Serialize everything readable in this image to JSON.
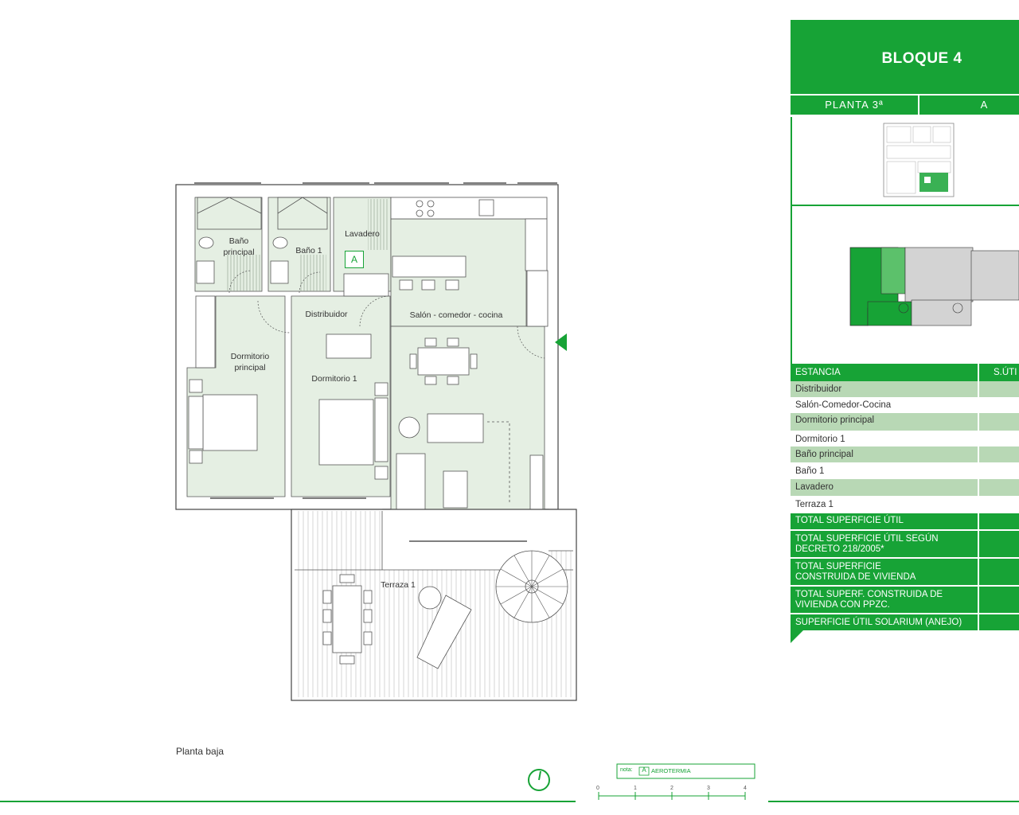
{
  "plan": {
    "rooms": {
      "bano_principal": "Baño\nprincipal",
      "bano_1": "Baño 1",
      "lavadero": "Lavadero",
      "distribuidor": "Distribuidor",
      "salon": "Salón - comedor - cocina",
      "dormitorio_principal": "Dormitorio\nprincipal",
      "dormitorio_1": "Dormitorio 1",
      "terraza_1": "Terraza 1"
    },
    "aerothermia_marker": "A",
    "footer_title": "Planta baja",
    "legend": {
      "note_label": "nota:",
      "marker": "A",
      "text": "AEROTERMIA"
    },
    "scale_ticks": [
      "0",
      "1",
      "2",
      "3",
      "4"
    ]
  },
  "panel": {
    "block_title": "BLOQUE 4",
    "floor": "PLANTA 3ª",
    "unit": "A",
    "table": {
      "header": {
        "estancia": "ESTANCIA",
        "util": "S.ÚTI"
      },
      "rooms": [
        {
          "name": "Distribuidor",
          "style": "shade"
        },
        {
          "name": "Salón-Comedor-Cocina",
          "style": "plain"
        },
        {
          "name": "Dormitorio principal",
          "style": "shade"
        },
        {
          "name": "Dormitorio 1",
          "style": "plain"
        },
        {
          "name": "Baño principal",
          "style": "shade"
        },
        {
          "name": "Baño 1",
          "style": "plain"
        },
        {
          "name": "Lavadero",
          "style": "shade"
        },
        {
          "name": "Terraza 1",
          "style": "plain"
        }
      ],
      "totals": [
        "TOTAL SUPERFICIE ÚTIL",
        "TOTAL SUPERFICIE ÚTIL SEGÚN\nDECRETO 218/2005*",
        "TOTAL SUPERFICIE\nCONSTRUIDA DE VIVIENDA",
        "TOTAL SUPERF. CONSTRUIDA DE\nVIVIENDA CON PPZC.",
        "SUPERFICIE ÚTIL SOLARIUM (ANEJO)"
      ]
    }
  },
  "colors": {
    "accent_green": "#17a336",
    "room_fill": "#e5efe3",
    "row_shade": "#b8d8b5"
  }
}
